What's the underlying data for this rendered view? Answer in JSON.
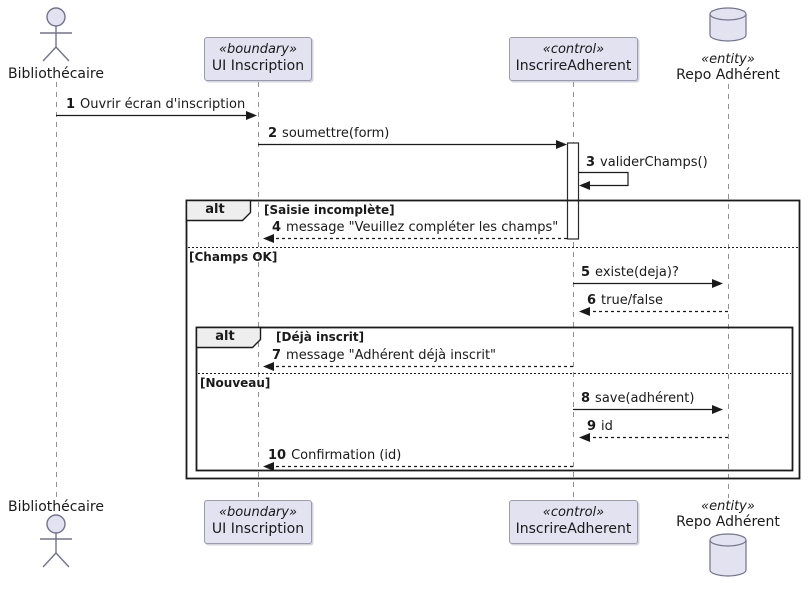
{
  "diagram": {
    "kind": "uml-sequence-diagram",
    "colors": {
      "participant_fill": "#E2E2F0",
      "participant_border": "#9a9ab0",
      "fragment_operator_fill": "#EEEEEE",
      "frame_border": "#1b1b1b",
      "message_line": "#1a1a1a",
      "lifeline": "#909090"
    }
  },
  "participants": [
    {
      "kind": "actor",
      "stereotype": "",
      "name": "Bibliothécaire"
    },
    {
      "kind": "boundary",
      "stereotype": "«boundary»",
      "name": "UI Inscription"
    },
    {
      "kind": "control",
      "stereotype": "«control»",
      "name": "InscrireAdherent"
    },
    {
      "kind": "entity",
      "stereotype": "«entity»",
      "name": "Repo Adhérent"
    }
  ],
  "fragments": {
    "outer": {
      "operator": "alt",
      "guards": [
        "[Saisie incomplète]",
        "[Champs OK]"
      ]
    },
    "inner": {
      "operator": "alt",
      "guards": [
        "[Déjà inscrit]",
        "[Nouveau]"
      ]
    }
  },
  "messages": [
    {
      "num": "1",
      "text": "Ouvrir écran d'inscription"
    },
    {
      "num": "2",
      "text": "soumettre(form)"
    },
    {
      "num": "3",
      "text": "validerChamps()"
    },
    {
      "num": "4",
      "text": "message \"Veuillez compléter les champs\""
    },
    {
      "num": "5",
      "text": "existe(deja)?"
    },
    {
      "num": "6",
      "text": "true/false"
    },
    {
      "num": "7",
      "text": "message \"Adhérent déjà inscrit\""
    },
    {
      "num": "8",
      "text": "save(adhérent)"
    },
    {
      "num": "9",
      "text": "id"
    },
    {
      "num": "10",
      "text": "Confirmation (id)"
    }
  ]
}
